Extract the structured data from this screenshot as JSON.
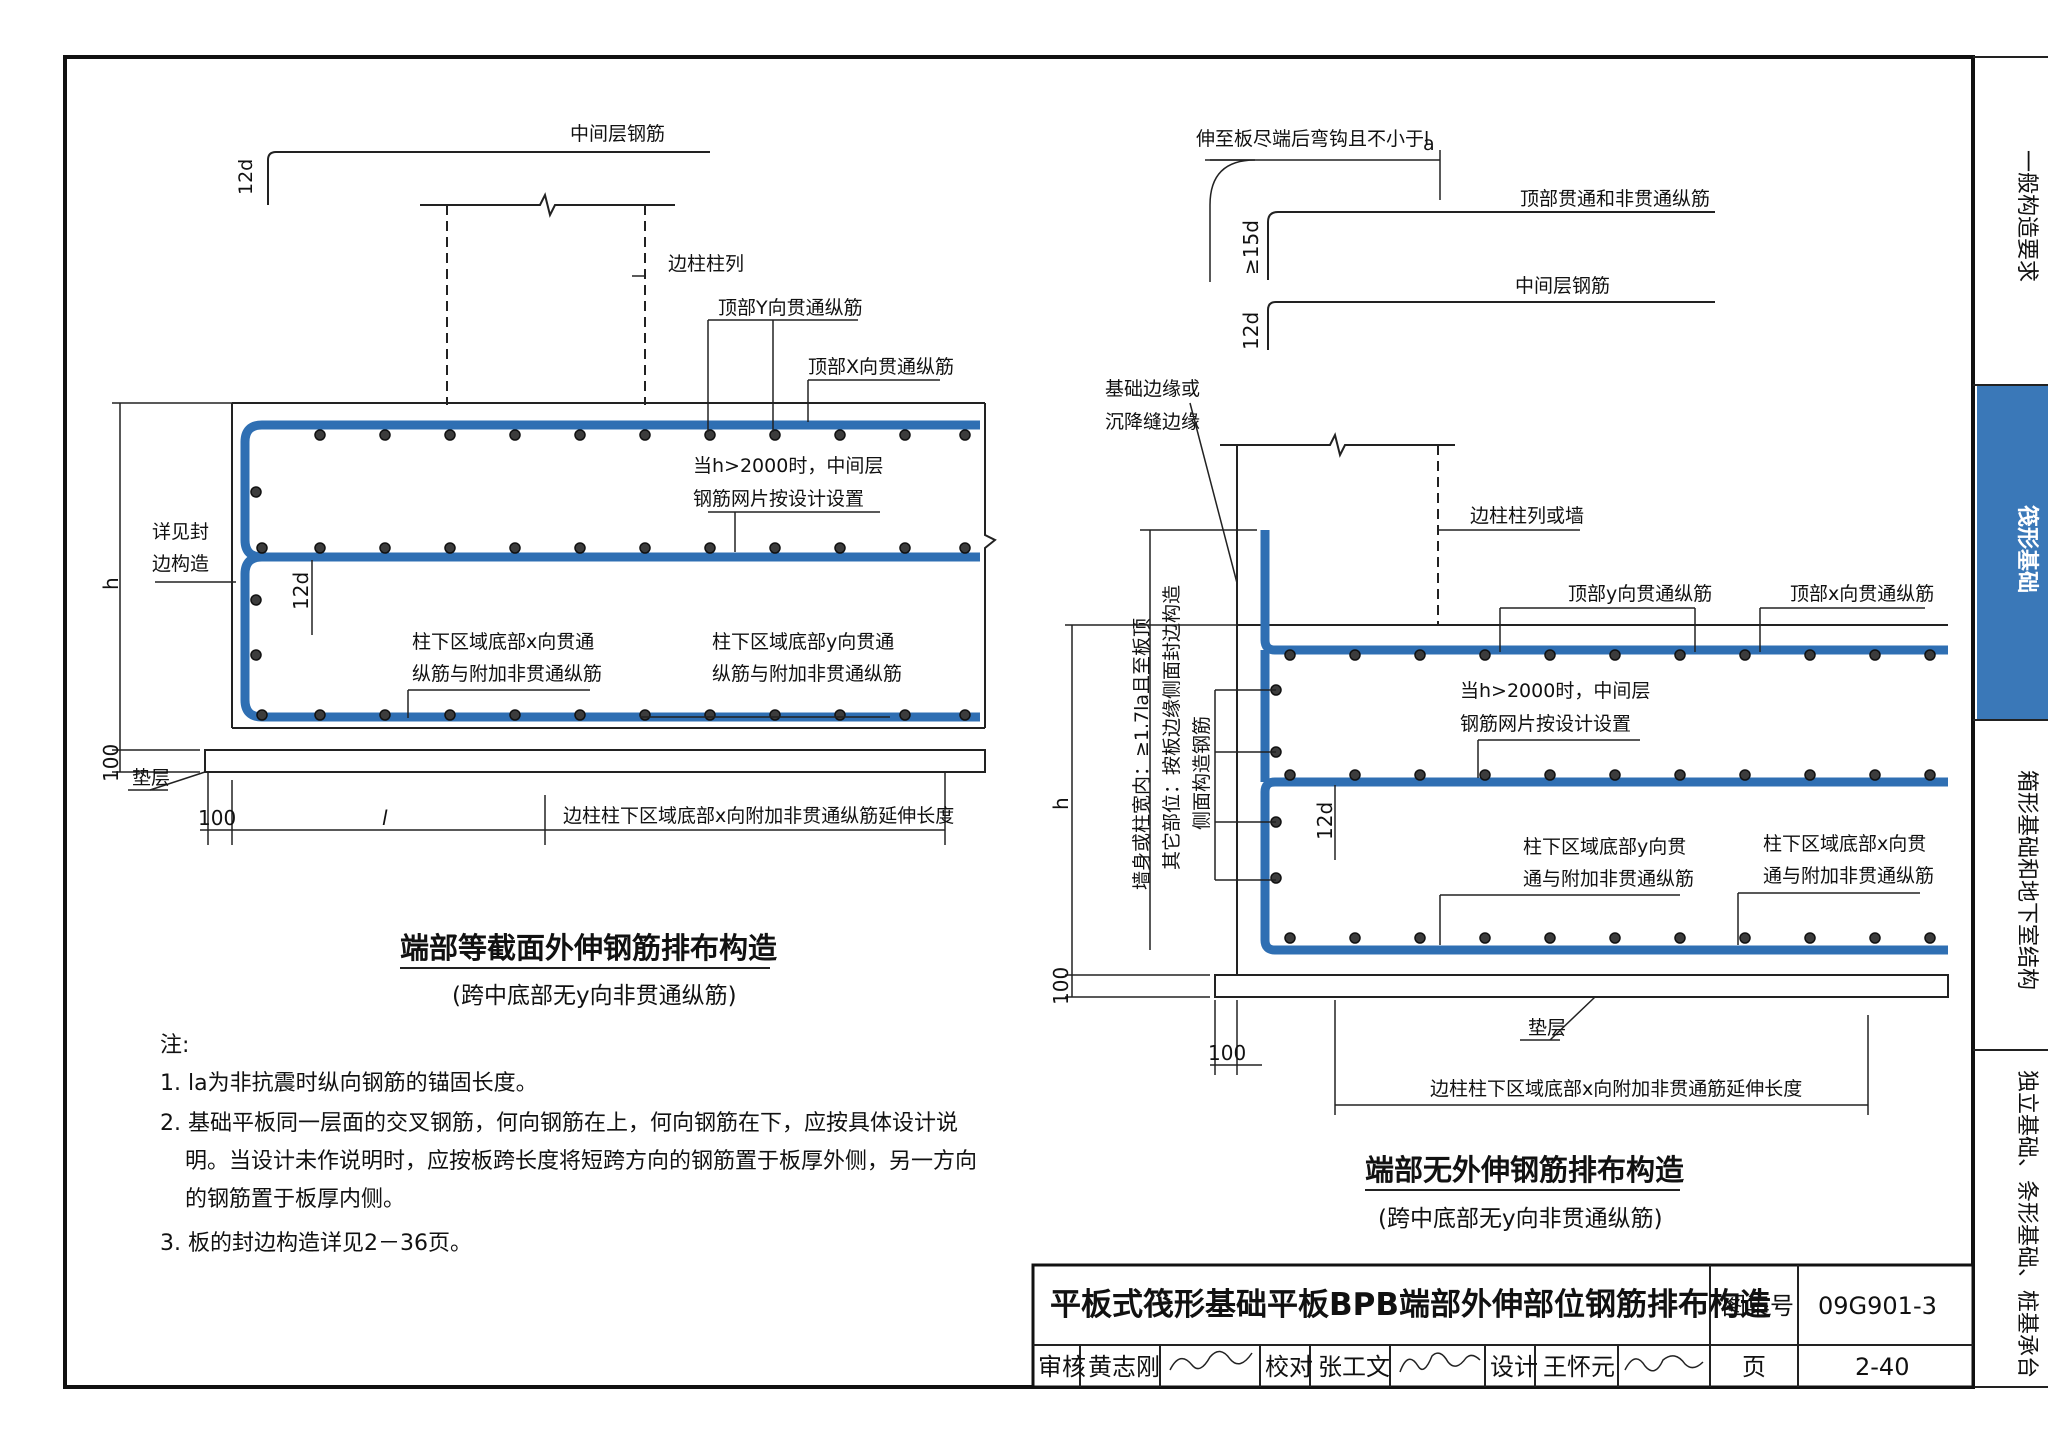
{
  "left_detail": {
    "top_layer_label": "中间层钢筋",
    "top_layer_dim": "12d",
    "column_label": "边柱柱列",
    "top_y_label": "顶部Y向贯通纵筋",
    "top_x_label": "顶部X向贯通纵筋",
    "mid_mesh_1": "当h>2000时，中间层",
    "mid_mesh_2": "钢筋网片按设计设置",
    "seal_1": "详见封",
    "seal_2": "边构造",
    "dim_h": "h",
    "dim_12d": "12d",
    "bottom_x_1": "柱下区域底部x向贯通",
    "bottom_x_2": "纵筋与附加非贯通纵筋",
    "bottom_y_1": "柱下区域底部y向贯通",
    "bottom_y_2": "纵筋与附加非贯通纵筋",
    "dim_100_v": "100",
    "cushion": "垫层",
    "dim_100_h": "100",
    "dim_l": "l",
    "extension": "边柱柱下区域底部x向附加非贯通纵筋延伸长度",
    "title": "端部等截面外伸钢筋排布构造",
    "subtitle": "(跨中底部无y向非贯通纵筋)"
  },
  "right_detail": {
    "hook_note": "伸至板尽端后弯钩且不小于l",
    "hook_note_sub": "a",
    "dim_15d": "≥15d",
    "top_rebar": "顶部贯通和非贯通纵筋",
    "mid_rebar": "中间层钢筋",
    "dim_12d_top": "12d",
    "edge_1": "基础边缘或",
    "edge_2": "沉降缝边缘",
    "column_wall": "边柱柱列或墙",
    "top_y": "顶部y向贯通纵筋",
    "top_x": "顶部x向贯通纵筋",
    "vert_1": "墙身或柱宽内：≥1.7la且至板顶",
    "vert_2": "其它部位：按板边缘侧面封边构造",
    "vert_3": "侧面构造钢筋",
    "mid_mesh_1": "当h>2000时，中间层",
    "mid_mesh_2": "钢筋网片按设计设置",
    "dim_h": "h",
    "dim_12d": "12d",
    "bottom_y_1": "柱下区域底部y向贯",
    "bottom_y_2": "通与附加非贯通纵筋",
    "bottom_x_1": "柱下区域底部x向贯",
    "bottom_x_2": "通与附加非贯通纵筋",
    "dim_100_v": "100",
    "cushion": "垫层",
    "dim_100_h": "100",
    "extension": "边柱柱下区域底部x向附加非贯通筋延伸长度",
    "title": "端部无外伸钢筋排布构造",
    "subtitle": "(跨中底部无y向非贯通纵筋)"
  },
  "notes": {
    "heading": "注:",
    "n1": "1. la为非抗震时纵向钢筋的锚固长度。",
    "n2a": "2. 基础平板同一层面的交叉钢筋，何向钢筋在上，何向钢筋在下，应按具体设计说",
    "n2b": "明。当设计未作说明时，应按板跨长度将短跨方向的钢筋置于板厚外侧，另一方向",
    "n2c": "的钢筋置于板厚内侧。",
    "n3": "3. 板的封边构造详见2－36页。"
  },
  "title_block": {
    "drawing_title": "平板式筏形基础平板BPB端部外伸部位钢筋排布构造",
    "atlas_label": "图集号",
    "atlas_no": "09G901-3",
    "review_label": "审核",
    "reviewer": "黄志刚",
    "check_label": "校对",
    "checker": "张工文",
    "design_label": "设计",
    "designer": "王怀元",
    "page_label": "页",
    "page_no": "2-40"
  },
  "side_tabs": [
    {
      "label": "一般构造要求",
      "active": false
    },
    {
      "label": "筏形基础",
      "active": true
    },
    {
      "label": "箱形基础和地下室结构",
      "active": false
    },
    {
      "label": "独立基础、条形基础、桩基承台",
      "active": false
    }
  ],
  "colors": {
    "rebar": "#2f6fb3",
    "active_tab": "#3a78b8",
    "frame": "#111111"
  }
}
